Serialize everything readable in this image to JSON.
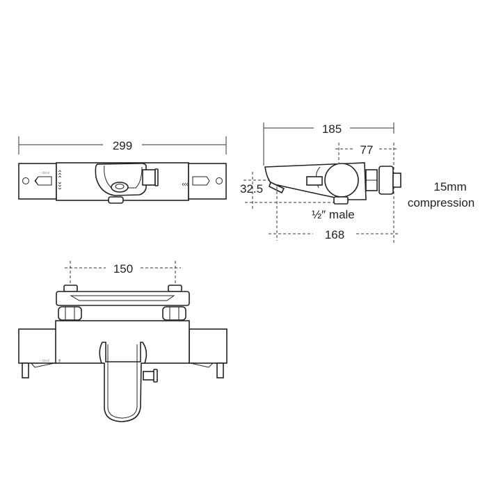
{
  "drawing": {
    "subject": "Thermostatic bath/shower mixer technical drawing",
    "line_color": "#222222",
    "background": "#ffffff"
  },
  "views": {
    "top_view": {
      "dimensions": {
        "overall_width": "299"
      }
    },
    "side_view": {
      "dimensions": {
        "overall_depth": "185",
        "inlet_to_valve": "77",
        "height_offset": "32.5",
        "spout_to_wall": "168"
      },
      "annotations": {
        "outlet_thread": "½″ male",
        "inlet_connection_line1": "15mm",
        "inlet_connection_line2": "compression"
      }
    },
    "front_view": {
      "dimensions": {
        "inlet_centres": "150"
      }
    }
  }
}
